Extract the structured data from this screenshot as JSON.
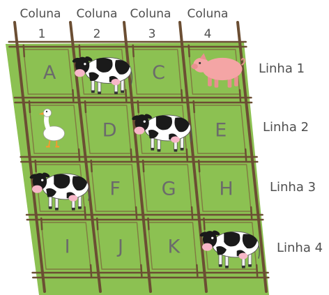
{
  "colors": {
    "field": "#8cc152",
    "fence": "#6b4e33",
    "text": "#4f4f4f",
    "cow_body": "#ffffff",
    "cow_spots": "#1a1a1a",
    "udder": "#f7b7c8",
    "pig": "#f4a5a5",
    "goose": "#ffffff",
    "goose_beak": "#f29b2f"
  },
  "columns": [
    {
      "word": "Coluna",
      "number": "1"
    },
    {
      "word": "Coluna",
      "number": "2"
    },
    {
      "word": "Coluna",
      "number": "3"
    },
    {
      "word": "Coluna",
      "number": "4"
    }
  ],
  "rows": [
    "Linha 1",
    "Linha 2",
    "Linha 3",
    "Linha 4"
  ],
  "cells": [
    {
      "letter": "A",
      "animal": ""
    },
    {
      "letter": "",
      "animal": "cow"
    },
    {
      "letter": "C",
      "animal": ""
    },
    {
      "letter": "",
      "animal": "pig"
    },
    {
      "letter": "",
      "animal": "goose"
    },
    {
      "letter": "D",
      "animal": ""
    },
    {
      "letter": "",
      "animal": "cow"
    },
    {
      "letter": "E",
      "animal": ""
    },
    {
      "letter": "",
      "animal": "cow"
    },
    {
      "letter": "F",
      "animal": ""
    },
    {
      "letter": "G",
      "animal": ""
    },
    {
      "letter": "H",
      "animal": ""
    },
    {
      "letter": "I",
      "animal": ""
    },
    {
      "letter": "J",
      "animal": ""
    },
    {
      "letter": "K",
      "animal": ""
    },
    {
      "letter": "",
      "animal": "cow"
    }
  ]
}
